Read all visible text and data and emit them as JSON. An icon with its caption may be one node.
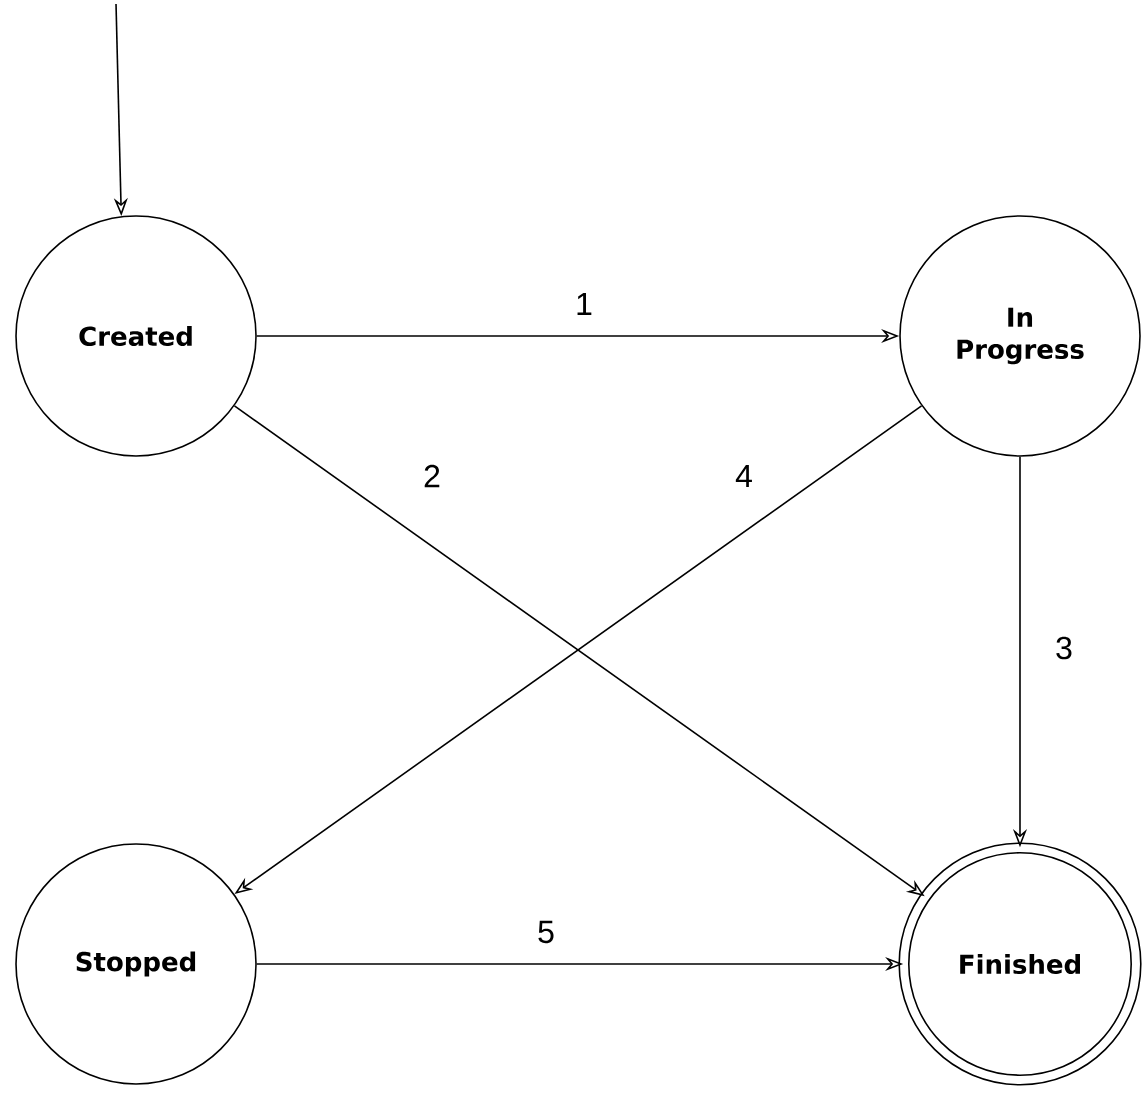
{
  "diagram": {
    "nodes": [
      {
        "text": [
          "Created"
        ]
      },
      {
        "text": [
          "In Progress"
        ]
      },
      {
        "text": [
          "Stopped"
        ]
      },
      {
        "text": [
          "Finished"
        ]
      }
    ],
    "edges": [
      {
        "from": null,
        "to": 0,
        "arrow": "to"
      },
      {
        "from": 0,
        "to": 1,
        "arrow": "to",
        "label": "1"
      },
      {
        "from": 0,
        "to": 3,
        "arrow": "to",
        "label": "2"
      },
      {
        "from": 1,
        "to": 3,
        "arrow": "to",
        "label": "3"
      },
      {
        "from": 1,
        "to": 2,
        "arrow": "to",
        "label": "4"
      },
      {
        "from": 2,
        "to": 3,
        "arrow": "to",
        "label": "5"
      }
    ]
  }
}
